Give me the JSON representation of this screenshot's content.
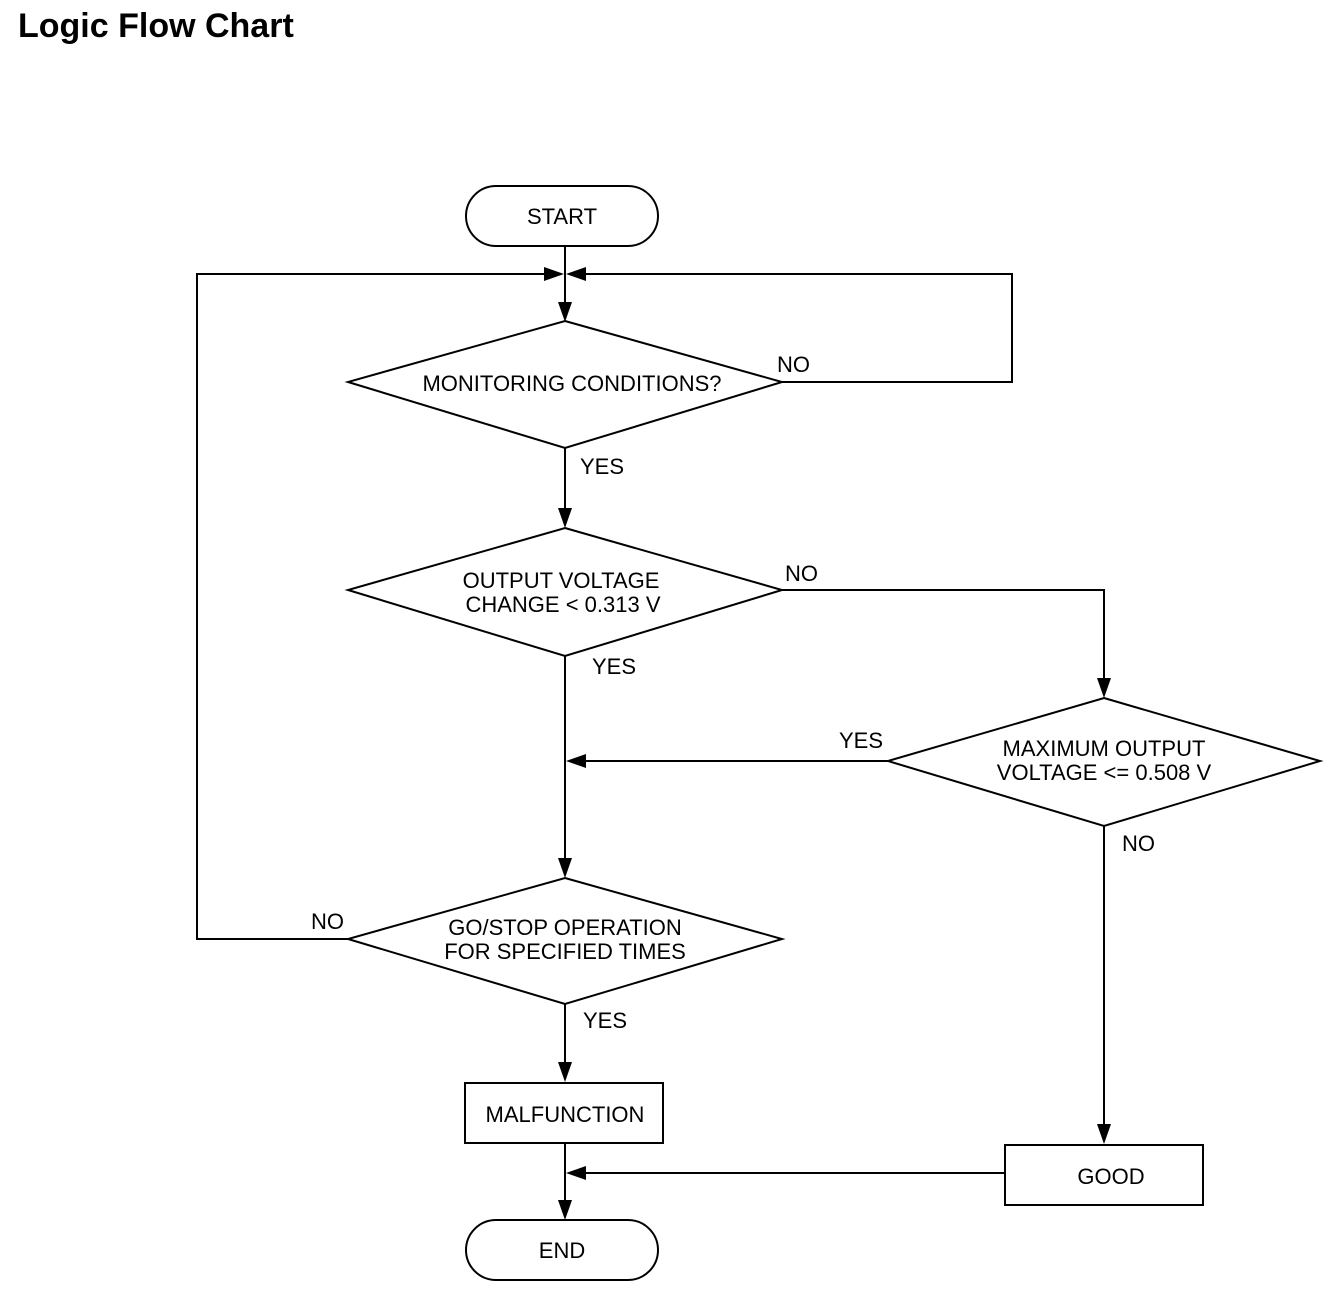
{
  "title": "Logic Flow Chart",
  "nodes": {
    "start": "START",
    "monitoring": "MONITORING CONDITIONS?",
    "output_change": [
      "OUTPUT VOLTAGE",
      "CHANGE < 0.313 V"
    ],
    "max_output": [
      "MAXIMUM OUTPUT",
      "VOLTAGE <= 0.508 V"
    ],
    "go_stop": [
      "GO/STOP OPERATION",
      "FOR SPECIFIED TIMES"
    ],
    "malfunction": "MALFUNCTION",
    "good": "GOOD",
    "end": "END"
  },
  "edge_labels": {
    "monitoring_no": "NO",
    "monitoring_yes": "YES",
    "output_change_no": "NO",
    "output_change_yes": "YES",
    "max_output_yes": "YES",
    "max_output_no": "NO",
    "go_stop_no": "NO",
    "go_stop_yes": "YES"
  }
}
